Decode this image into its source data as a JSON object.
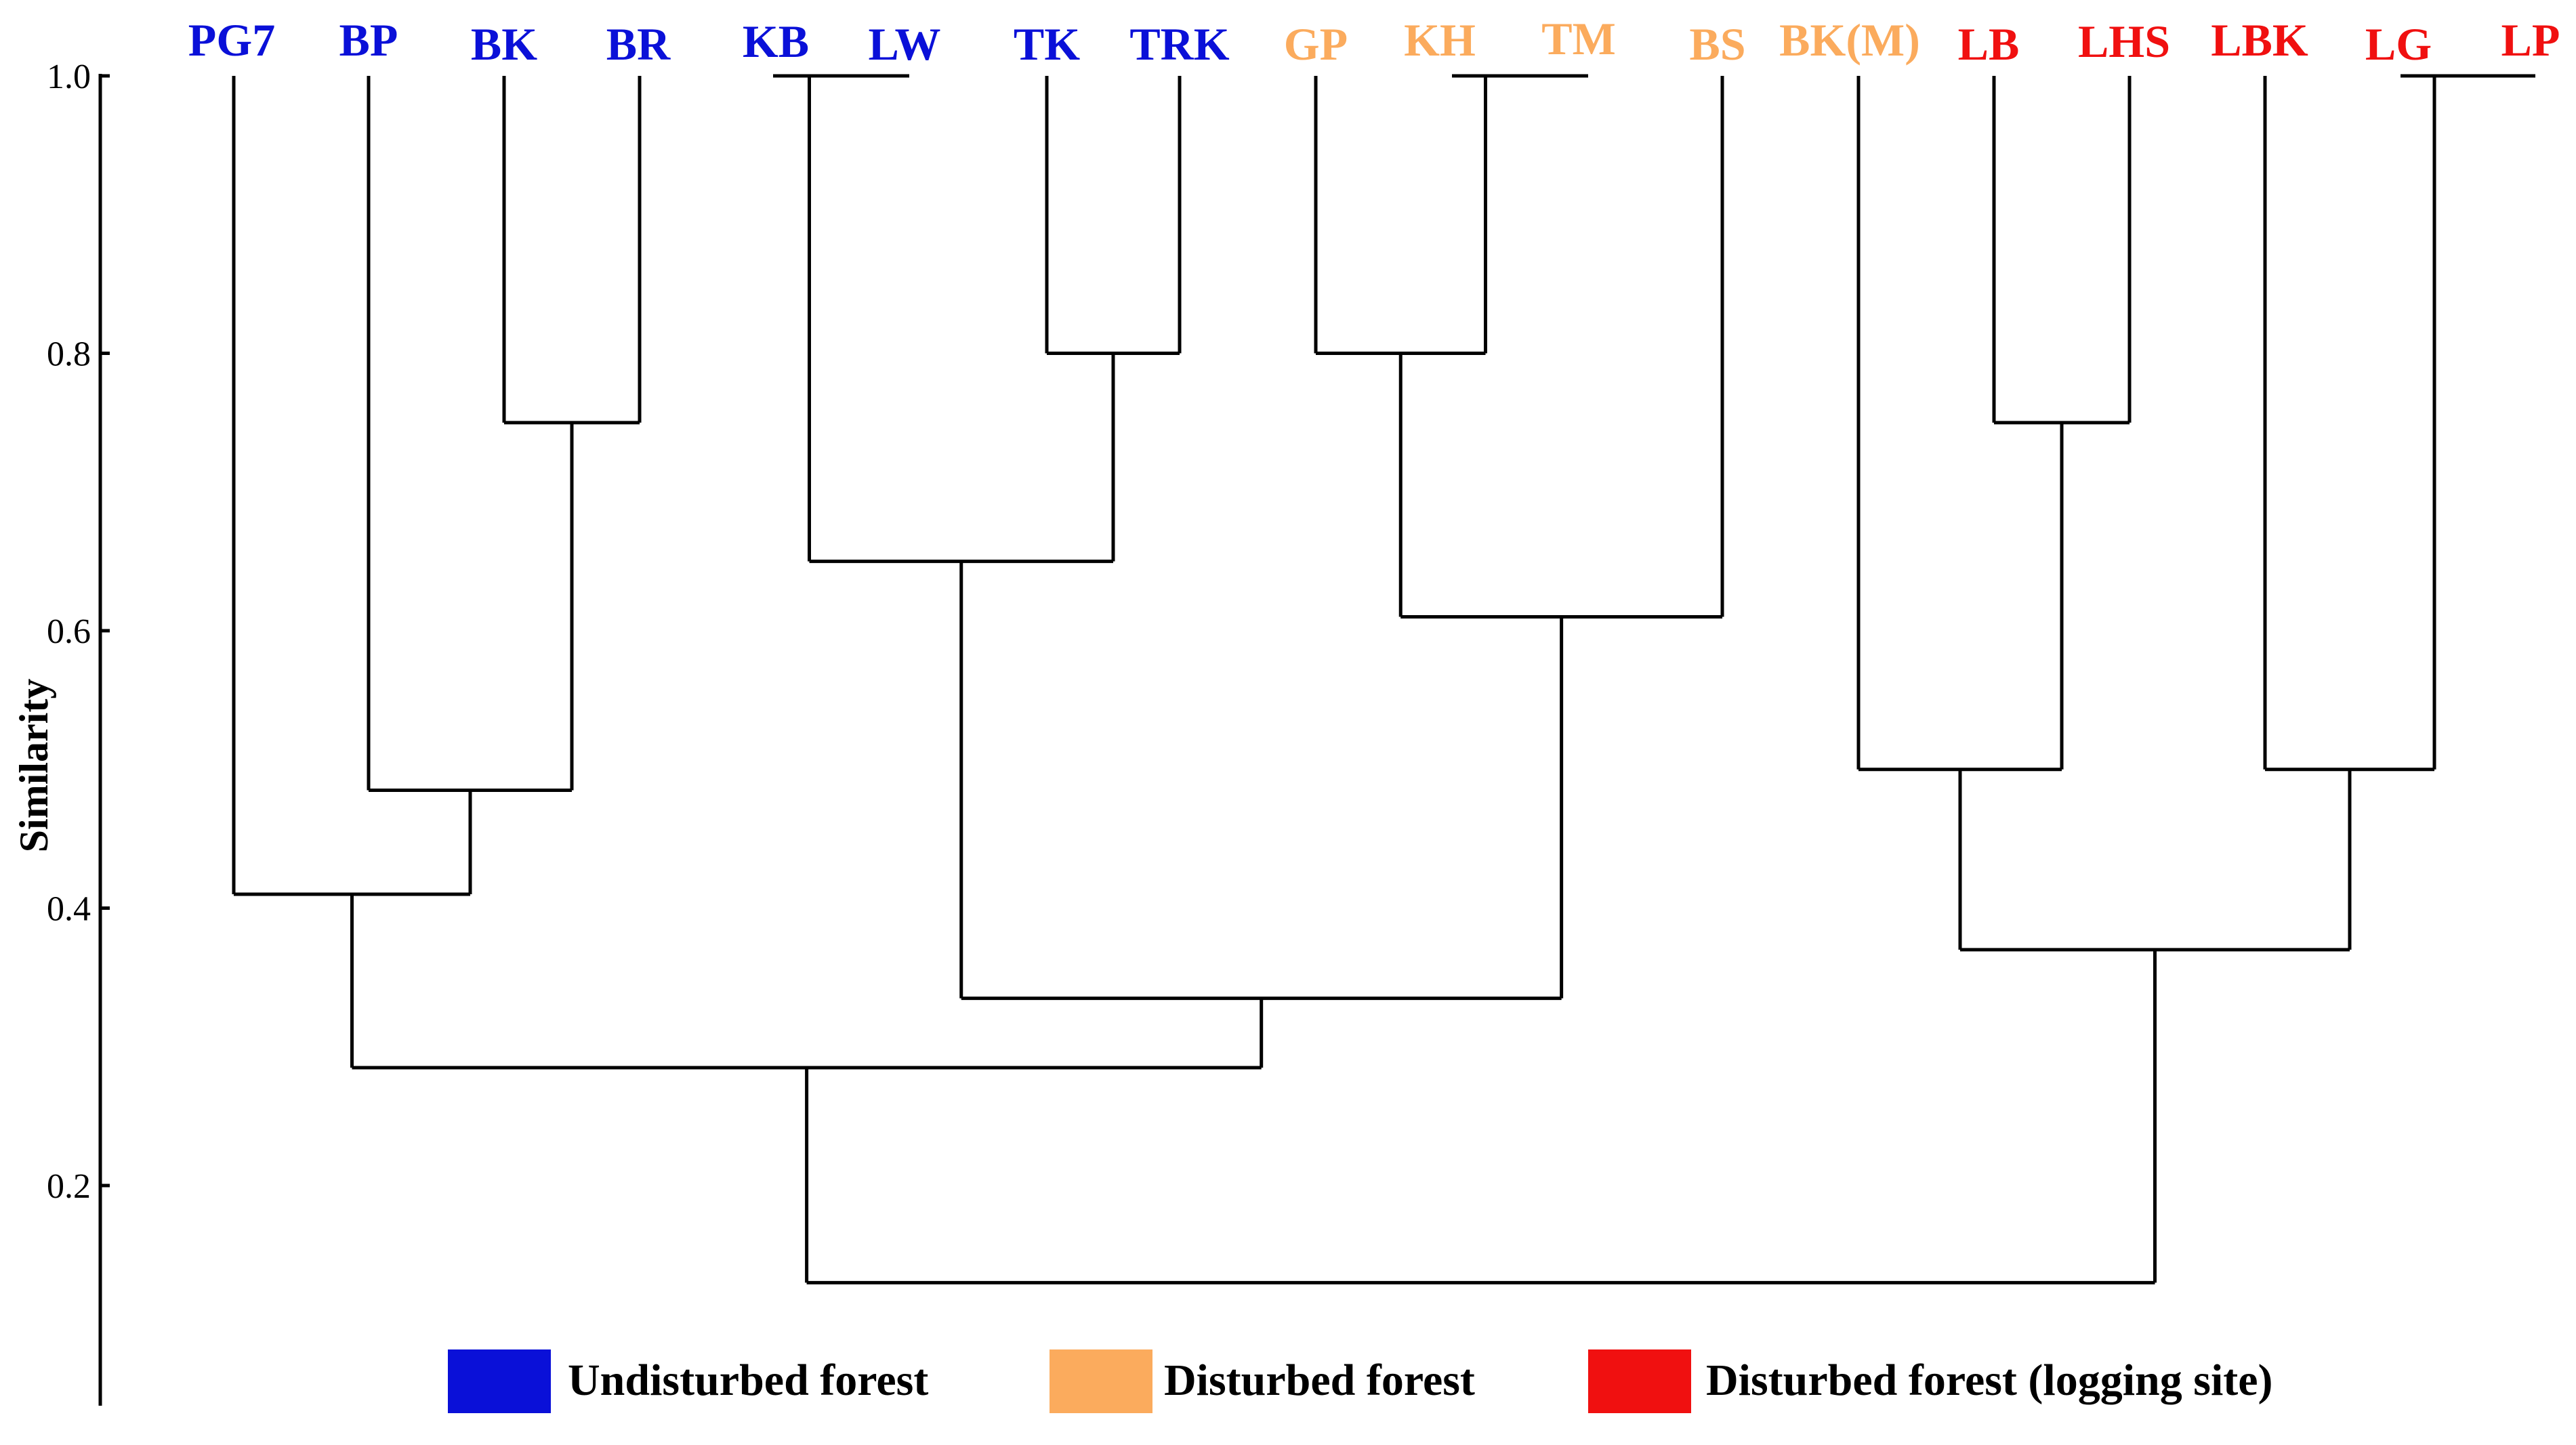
{
  "chart_data": {
    "type": "dendrogram",
    "ylabel": "Similarity",
    "yticks": [
      "0.2",
      "0.4",
      "0.6",
      "0.8",
      "1.0"
    ],
    "ylim": [
      0.0,
      1.0
    ],
    "leaves": [
      {
        "label": "PG7",
        "group": "undisturbed"
      },
      {
        "label": "BP",
        "group": "undisturbed"
      },
      {
        "label": "BK",
        "group": "undisturbed"
      },
      {
        "label": "BR",
        "group": "undisturbed"
      },
      {
        "label": "KB",
        "group": "undisturbed"
      },
      {
        "label": "LW",
        "group": "undisturbed"
      },
      {
        "label": "TK",
        "group": "undisturbed"
      },
      {
        "label": "TRK",
        "group": "undisturbed"
      },
      {
        "label": "GP",
        "group": "disturbed"
      },
      {
        "label": "KH",
        "group": "disturbed"
      },
      {
        "label": "TM",
        "group": "disturbed"
      },
      {
        "label": "BS",
        "group": "disturbed"
      },
      {
        "label": "BK(M)",
        "group": "disturbed"
      },
      {
        "label": "LB",
        "group": "logging"
      },
      {
        "label": "LHS",
        "group": "logging"
      },
      {
        "label": "LBK",
        "group": "logging"
      },
      {
        "label": "LG",
        "group": "logging"
      },
      {
        "label": "LP",
        "group": "logging"
      }
    ],
    "merges": [
      {
        "id": "KB+LW",
        "left": "KB",
        "right": "LW",
        "similarity": 1.0
      },
      {
        "id": "KH+TM",
        "left": "KH",
        "right": "TM",
        "similarity": 1.0
      },
      {
        "id": "LG+LP",
        "left": "LG",
        "right": "LP",
        "similarity": 1.0
      },
      {
        "id": "TK+TRK",
        "left": "TK",
        "right": "TRK",
        "similarity": 0.8
      },
      {
        "id": "GP+KH+TM",
        "left": "GP",
        "right": "KH+TM",
        "similarity": 0.8
      },
      {
        "id": "BK+BR",
        "left": "BK",
        "right": "BR",
        "similarity": 0.75
      },
      {
        "id": "LB+LHS",
        "left": "LB",
        "right": "LHS",
        "similarity": 0.75
      },
      {
        "id": "KB-TRK",
        "left": "KB+LW",
        "right": "TK+TRK",
        "similarity": 0.65
      },
      {
        "id": "GP-BS",
        "left": "GP+KH+TM",
        "right": "BS",
        "similarity": 0.61
      },
      {
        "id": "BKM-LHS",
        "left": "BK(M)",
        "right": "LB+LHS",
        "similarity": 0.5
      },
      {
        "id": "LBK-LP",
        "left": "LBK",
        "right": "LG+LP",
        "similarity": 0.5
      },
      {
        "id": "BP-BR",
        "left": "BP",
        "right": "BK+BR",
        "similarity": 0.485
      },
      {
        "id": "PG7-BR",
        "left": "PG7",
        "right": "BP-BR",
        "similarity": 0.41
      },
      {
        "id": "BKM-LP",
        "left": "BKM-LHS",
        "right": "LBK-LP",
        "similarity": 0.37
      },
      {
        "id": "KB-BS",
        "left": "KB-TRK",
        "right": "GP-BS",
        "similarity": 0.335
      },
      {
        "id": "PG7-BS",
        "left": "PG7-BR",
        "right": "KB-BS",
        "similarity": 0.285
      },
      {
        "id": "root",
        "left": "PG7-BS",
        "right": "BKM-LP",
        "similarity": 0.13
      }
    ],
    "legend": [
      {
        "group": "undisturbed",
        "label": "Undisturbed forest",
        "color": "#0a10d8"
      },
      {
        "group": "disturbed",
        "label": "Disturbed forest",
        "color": "#fbab5d"
      },
      {
        "group": "logging",
        "label": "Disturbed forest (logging site)",
        "color": "#f01010"
      }
    ],
    "legend_position": "bottom-center"
  }
}
